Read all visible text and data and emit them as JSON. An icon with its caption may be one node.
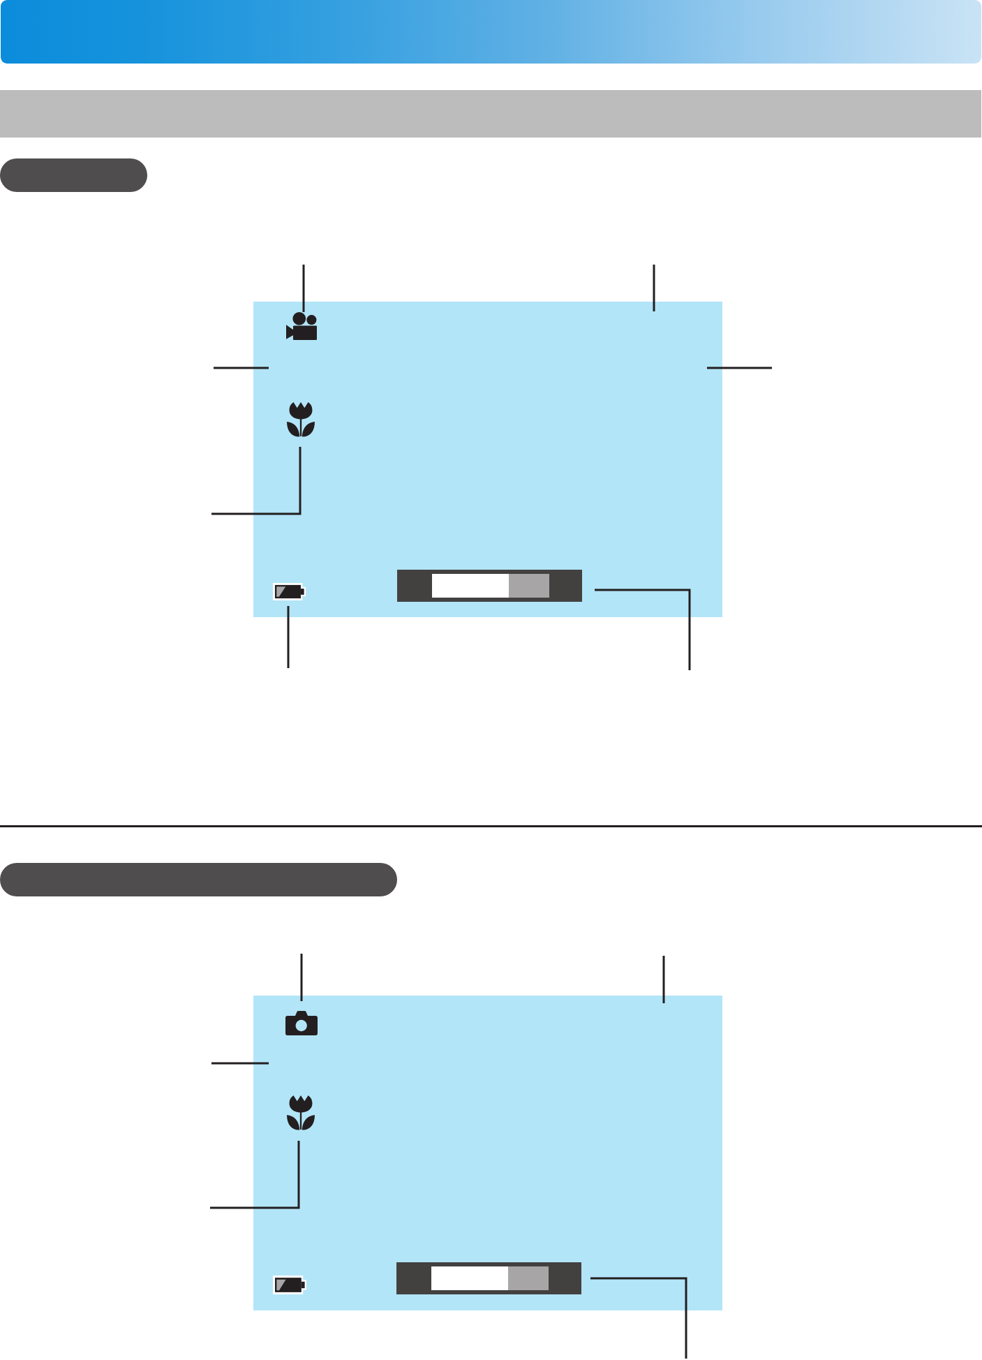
{
  "diagram": {
    "nodes": [
      {
        "text": [],
        "shape": "bar"
      },
      {
        "text": [],
        "shape": "bar"
      },
      {
        "text": [],
        "shape": "bar"
      },
      {
        "text": [],
        "shape": "box"
      },
      {
        "text": [],
        "shape": "picture",
        "in": 3
      },
      {
        "text": [],
        "shape": "picture",
        "in": 3
      },
      {
        "text": [],
        "shape": "picture",
        "in": 3
      },
      {
        "text": [],
        "shape": "bar",
        "in": 3
      },
      {
        "text": [],
        "shape": "bar"
      },
      {
        "text": [],
        "shape": "box"
      },
      {
        "text": [],
        "shape": "picture",
        "in": 9
      },
      {
        "text": [],
        "shape": "picture",
        "in": 9
      },
      {
        "text": [],
        "shape": "picture",
        "in": 9
      },
      {
        "text": [],
        "shape": "bar",
        "in": 9
      }
    ],
    "edges": [
      {
        "from": null,
        "to": 4,
        "arrow": "none"
      },
      {
        "from": null,
        "to": 3,
        "arrow": "none"
      },
      {
        "from": null,
        "to": 3,
        "arrow": "none"
      },
      {
        "from": null,
        "to": 3,
        "arrow": "none"
      },
      {
        "from": null,
        "to": 5,
        "arrow": "none"
      },
      {
        "from": null,
        "to": 6,
        "arrow": "none"
      },
      {
        "from": null,
        "to": 7,
        "arrow": "none"
      },
      {
        "from": null,
        "to": 10,
        "arrow": "none"
      },
      {
        "from": null,
        "to": 9,
        "arrow": "none"
      },
      {
        "from": null,
        "to": 9,
        "arrow": "none"
      },
      {
        "from": null,
        "to": 11,
        "arrow": "none"
      },
      {
        "from": null,
        "to": 13,
        "arrow": "none"
      }
    ]
  }
}
